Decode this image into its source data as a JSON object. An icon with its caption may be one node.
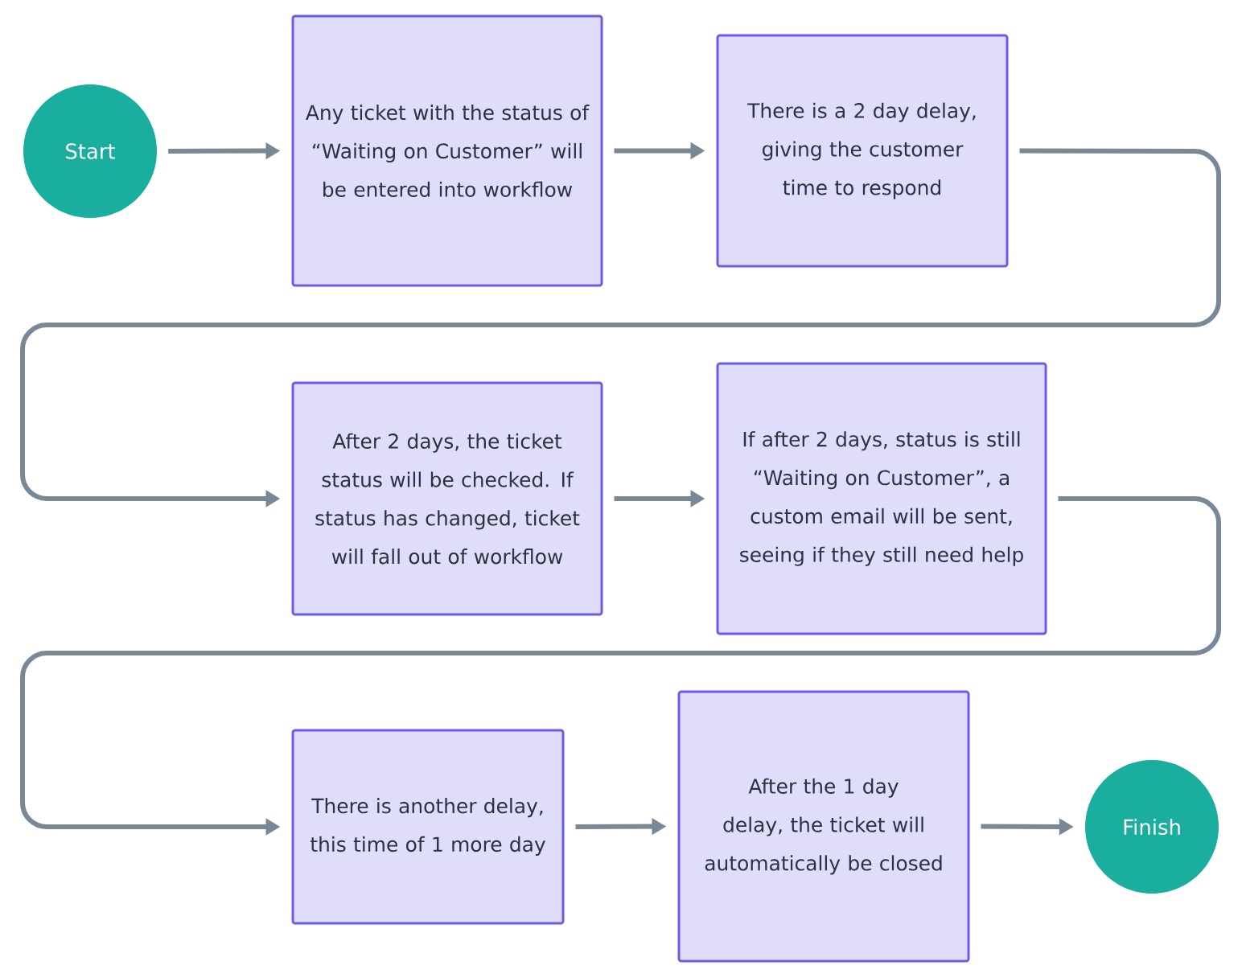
{
  "diagram": {
    "nodes": [
      {
        "text": [
          "Start"
        ]
      },
      {
        "text": [
          "Any ticket with the status of “Waiting on Customer” will be entered into workflow"
        ]
      },
      {
        "text": [
          "There is a 2 day delay, giving the customer time to respond"
        ]
      },
      {
        "text": [
          "After 2 days, the ticket status will be checked. If status has changed, ticket will fall out of workflow"
        ]
      },
      {
        "text": [
          "If after 2 days, status is still “Waiting on Customer”, a custom email will be sent, seeing if they still need help"
        ]
      },
      {
        "text": [
          "There is another delay, this time of 1 more day"
        ]
      },
      {
        "text": [
          "After the 1 day delay, the ticket will automatically be closed"
        ]
      },
      {
        "text": [
          "Finish"
        ]
      }
    ],
    "edges": [
      {
        "from": 0,
        "to": 1,
        "arrow": "to"
      },
      {
        "from": 1,
        "to": 2,
        "arrow": "to"
      },
      {
        "from": 2,
        "to": 3,
        "arrow": "to"
      },
      {
        "from": 3,
        "to": 4,
        "arrow": "to"
      },
      {
        "from": 4,
        "to": 5,
        "arrow": "to"
      },
      {
        "from": 5,
        "to": 6,
        "arrow": "to"
      },
      {
        "from": 6,
        "to": 7,
        "arrow": "to"
      }
    ]
  }
}
